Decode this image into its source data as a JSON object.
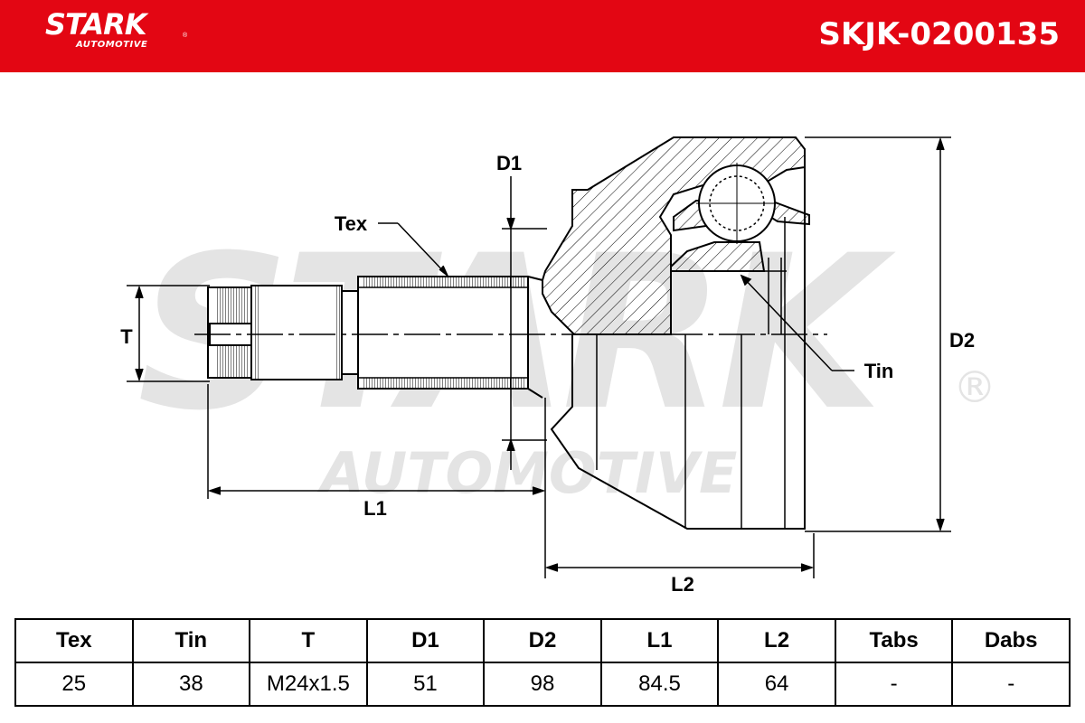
{
  "header": {
    "brand": "STARK",
    "brand_sub": "AUTOMOTIVE",
    "brand_reg": "®",
    "part_number": "SKJK-0200135",
    "brand_color": "#e30613"
  },
  "watermark": {
    "main": "STARK",
    "sub": "AUTOMOTIVE",
    "reg": "®"
  },
  "drawing_labels": {
    "tex": "Tex",
    "tin": "Tin",
    "t": "T",
    "d1": "D1",
    "d2": "D2",
    "l1": "L1",
    "l2": "L2"
  },
  "specs": {
    "headers": [
      "Tex",
      "Tin",
      "T",
      "D1",
      "D2",
      "L1",
      "L2",
      "Tabs",
      "Dabs"
    ],
    "values": [
      "25",
      "38",
      "M24x1.5",
      "51",
      "98",
      "84.5",
      "64",
      "-",
      "-"
    ]
  }
}
